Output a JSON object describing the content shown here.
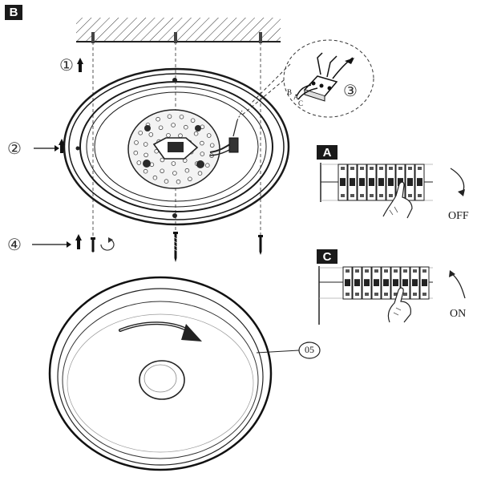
{
  "diagram": {
    "section_label": "B",
    "steps": [
      "①",
      "②",
      "③",
      "④"
    ],
    "panels": [
      {
        "label": "A",
        "state": "OFF",
        "rotation": "clockwise"
      },
      {
        "label": "C",
        "state": "ON",
        "rotation": "counter-clockwise"
      }
    ],
    "part_number": "05",
    "wiring_terminals": [
      "B",
      "A",
      "C"
    ],
    "icons": [
      "ceiling",
      "screw",
      "up-arrow",
      "right-arrow",
      "rotate-arrow",
      "circuit-breaker",
      "hand",
      "led-module",
      "terminal-block",
      "lamp-cover"
    ],
    "colors": {
      "ink": "#1a1a1a",
      "line": "#333333",
      "background": "#ffffff"
    }
  }
}
